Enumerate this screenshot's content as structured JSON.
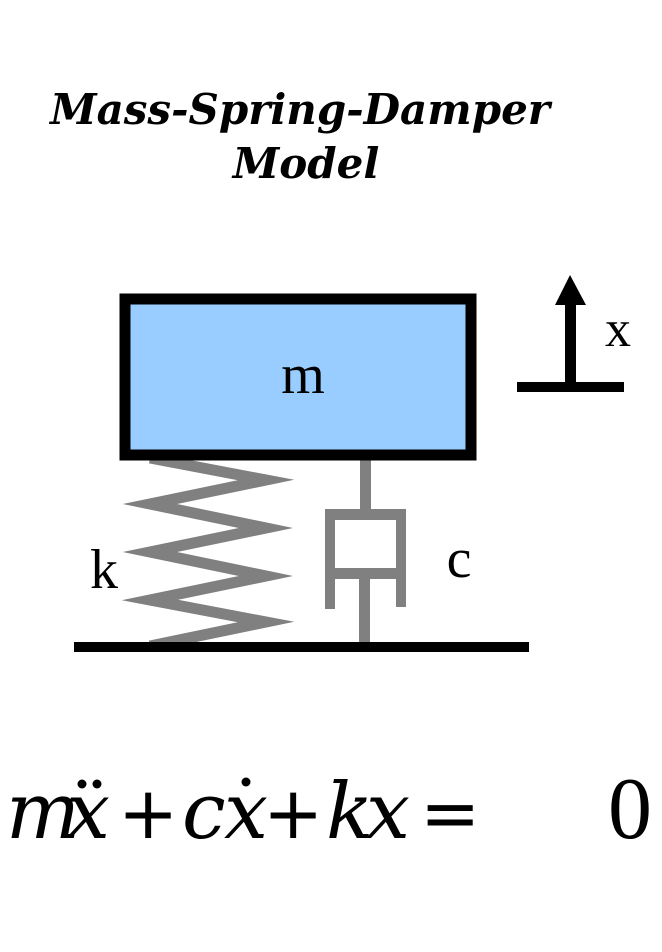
{
  "title": {
    "line1": "Mass-Spring-Damper",
    "line2": "Model"
  },
  "diagram": {
    "mass_label": "m",
    "spring_label": "k",
    "damper_label": "c",
    "displacement_label": "x",
    "colors": {
      "mass_fill": "#99ccff",
      "mass_border": "#000000",
      "spring": "#808080",
      "damper": "#808080",
      "ground": "#000000"
    }
  },
  "equation": {
    "text": "mẍ + cẋ + kx = 0",
    "terms": {
      "m": "m",
      "x1": "x",
      "plus1": "+",
      "c": "c",
      "x2": "x",
      "plus2": "+",
      "k": "k",
      "x3": "x",
      "equals": "=",
      "zero": "0"
    }
  }
}
